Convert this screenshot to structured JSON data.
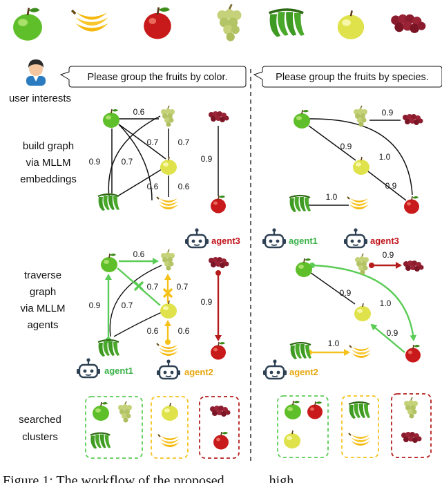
{
  "colors": {
    "green": "#5acc55",
    "yellow": "#f5c21b",
    "red": "#b51d1d",
    "black": "#111111",
    "robot": "#2e4053",
    "agent1": "#3cb24a",
    "agent2": "#e6a50a",
    "agent3": "#c0141b"
  },
  "top_fruits": [
    "green-apple",
    "banana",
    "red-apple",
    "white-grapes",
    "green-banana",
    "yellow-apple",
    "red-grapes"
  ],
  "user": {
    "label": "user interests",
    "request_left": "Please group the fruits by color.",
    "request_right": "Please group the fruits by species."
  },
  "rows": {
    "build_graph": [
      "build graph",
      "via MLLM",
      "embeddings"
    ],
    "traverse": [
      "traverse",
      "graph",
      "via MLLM",
      "agents"
    ],
    "searched": [
      "searched",
      "clusters"
    ]
  },
  "left": {
    "build_weights": {
      "ga_wg": "0.6",
      "wg_ya_a": "0.7",
      "wg_ya_b": "0.7",
      "ga_gb": "0.9",
      "ga_ya": "0.7",
      "gb_ya": "0.6",
      "ya_b": "0.6",
      "rg_ra": "0.9"
    },
    "traverse_weights": {
      "ga_wg": "0.6",
      "x_ga_ya": "0.7",
      "x_ya_wg": "0.7",
      "gb_ga": "0.9",
      "gb_ya": "0.7",
      "gb_ya2": "0.6",
      "b_ya": "0.6",
      "rg_ra": "0.9"
    },
    "agents": {
      "a1": "agent1",
      "a2": "agent2",
      "a3": "agent3"
    }
  },
  "right": {
    "build_weights": {
      "wg_rg": "0.9",
      "ga_ya": "0.9",
      "ya_ra": "0.9",
      "ga_ra": "1.0",
      "gb_b": "1.0"
    },
    "traverse_weights": {
      "wg_rg": "0.9",
      "ga_ya": "0.9",
      "ga_ra": "1.0",
      "ya_ra": "0.9",
      "gb_b": "1.0"
    },
    "agents": {
      "a1": "agent1",
      "a3": "agent3",
      "a2": "agent2"
    }
  },
  "caption": "Figure 1:  The workflow of the proposed ... ... ... high"
}
